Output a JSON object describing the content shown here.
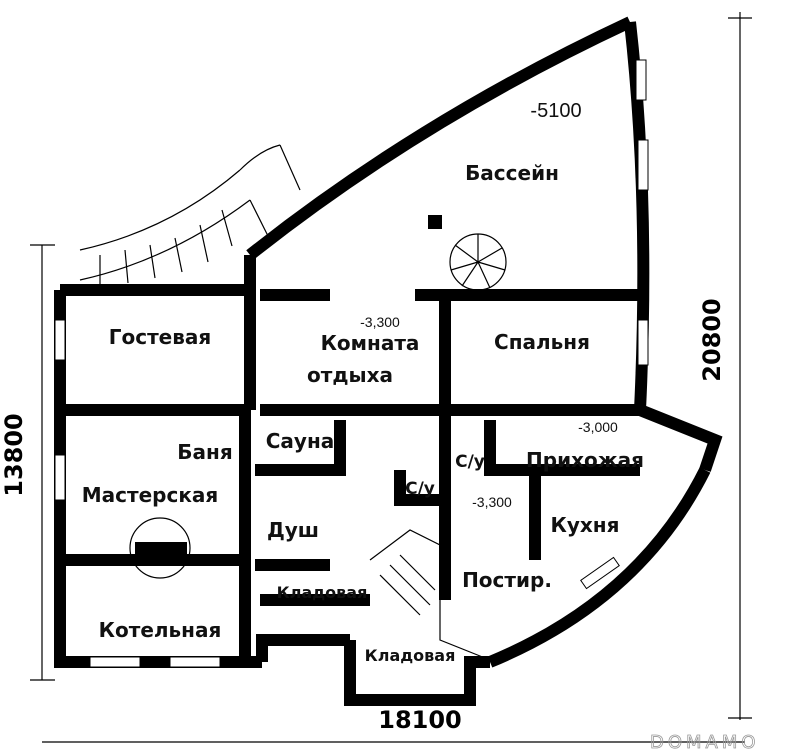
{
  "rooms": {
    "pool": "Бассейн",
    "guest": "Гостевая",
    "lounge_line1": "Комната",
    "lounge_line2": "отдыха",
    "bedroom": "Спальня",
    "bath": "Баня",
    "sauna": "Сауна",
    "workshop": "Мастерская",
    "shower": "Душ",
    "wc1": "С/у",
    "wc2": "С/у",
    "hall": "Прихожая",
    "kitchen": "Кухня",
    "laundry": "Постир.",
    "storage1": "Кладовая",
    "boiler": "Котельная",
    "storage2": "Кладовая"
  },
  "levels": {
    "pool": "-5100",
    "lounge": "-3,300",
    "hall": "-3,000",
    "laundry": "-3,300"
  },
  "dimensions": {
    "width": "18100",
    "left_height": "13800",
    "right_height": "20800"
  },
  "watermark": "DOMAMO"
}
